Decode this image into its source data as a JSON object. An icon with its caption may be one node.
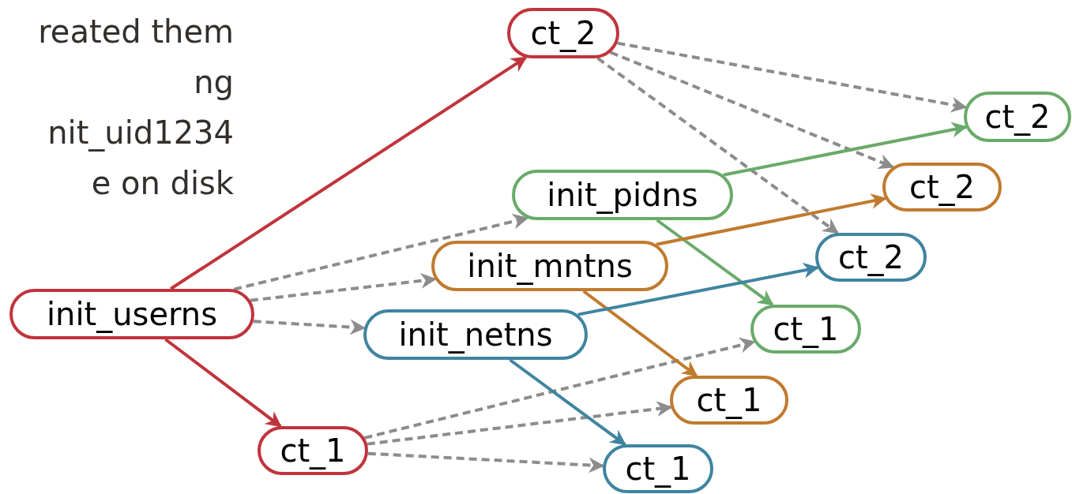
{
  "diagram": {
    "nodes": [
      {
        "text": [
          "init_userns"
        ]
      },
      {
        "text": [
          "ct_1"
        ]
      },
      {
        "text": [
          "ct_2"
        ]
      },
      {
        "text": [
          "init_pidns"
        ]
      },
      {
        "text": [
          "init_mntns"
        ]
      },
      {
        "text": [
          "init_netns"
        ]
      },
      {
        "text": [
          "ct_2"
        ]
      },
      {
        "text": [
          "ct_2"
        ]
      },
      {
        "text": [
          "ct_2"
        ]
      },
      {
        "text": [
          "ct_1"
        ]
      },
      {
        "text": [
          "ct_1"
        ]
      },
      {
        "text": [
          "ct_1"
        ]
      }
    ],
    "edges": [
      {
        "from": 0,
        "to": 2,
        "arrow": "to",
        "color": "#c0343c"
      },
      {
        "from": 0,
        "to": 1,
        "arrow": "to",
        "color": "#c0343c"
      },
      {
        "from": 0,
        "to": 3,
        "arrow": "to",
        "style": "dashed"
      },
      {
        "from": 0,
        "to": 4,
        "arrow": "to",
        "style": "dashed"
      },
      {
        "from": 0,
        "to": 5,
        "arrow": "to",
        "style": "dashed"
      },
      {
        "from": 2,
        "to": 6,
        "arrow": "to",
        "style": "dashed"
      },
      {
        "from": 2,
        "to": 7,
        "arrow": "to",
        "style": "dashed"
      },
      {
        "from": 2,
        "to": 8,
        "arrow": "to",
        "style": "dashed"
      },
      {
        "from": 1,
        "to": 9,
        "arrow": "to",
        "style": "dashed"
      },
      {
        "from": 1,
        "to": 10,
        "arrow": "to",
        "style": "dashed"
      },
      {
        "from": 1,
        "to": 11,
        "arrow": "to",
        "style": "dashed"
      },
      {
        "from": 3,
        "to": 6,
        "arrow": "to",
        "color": "#6aaa6a"
      },
      {
        "from": 3,
        "to": 9,
        "arrow": "to",
        "color": "#6aaa6a"
      },
      {
        "from": 4,
        "to": 7,
        "arrow": "to",
        "color": "#c07a2e"
      },
      {
        "from": 4,
        "to": 10,
        "arrow": "to",
        "color": "#c07a2e"
      },
      {
        "from": 5,
        "to": 8,
        "arrow": "to",
        "color": "#3f84a0"
      },
      {
        "from": 5,
        "to": 11,
        "arrow": "to",
        "color": "#3f84a0"
      }
    ],
    "labels": [
      "reated them",
      "ng",
      "nit_uid1234",
      "e on disk"
    ]
  }
}
